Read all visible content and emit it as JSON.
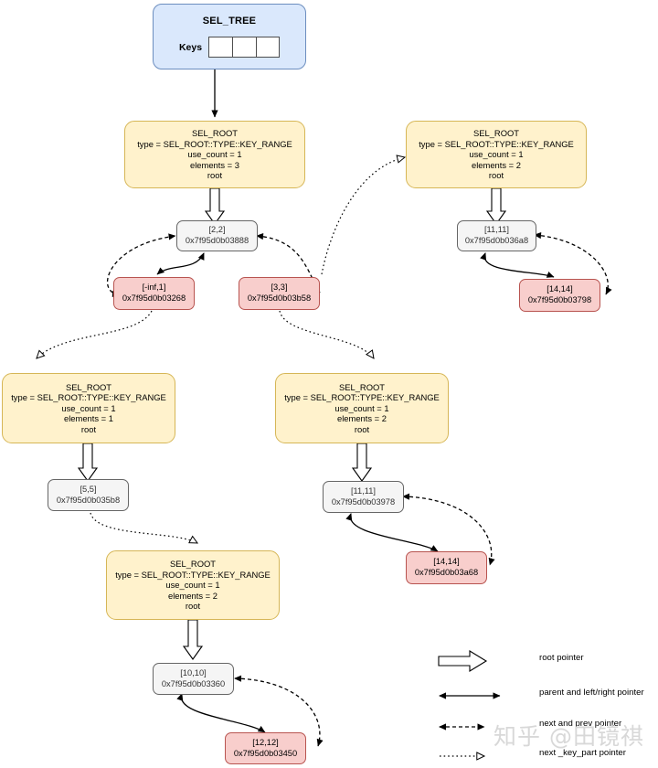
{
  "diagram": {
    "title": "SEL_TREE structure diagram",
    "colors": {
      "tree_fill": "#dae8fc",
      "tree_stroke": "#6c8ebf",
      "root_fill": "#fff2cc",
      "root_stroke": "#d6b656",
      "gray_fill": "#f5f5f5",
      "gray_stroke": "#666666",
      "pink_fill": "#f8cecc",
      "pink_stroke": "#b85450",
      "line": "#000000"
    }
  },
  "sel_tree": {
    "title": "SEL_TREE",
    "keys_label": "Keys",
    "key_cells": 3
  },
  "sel_roots": [
    {
      "id": "root-top-left",
      "title": "SEL_ROOT",
      "type_line": "type = SEL_ROOT::TYPE::KEY_RANGE",
      "use_count": "use_count = 1",
      "elements": "elements = 3",
      "root_label": "root"
    },
    {
      "id": "root-top-right",
      "title": "SEL_ROOT",
      "type_line": "type = SEL_ROOT::TYPE::KEY_RANGE",
      "use_count": "use_count = 1",
      "elements": "elements = 2",
      "root_label": "root"
    },
    {
      "id": "root-mid-left",
      "title": "SEL_ROOT",
      "type_line": "type = SEL_ROOT::TYPE::KEY_RANGE",
      "use_count": "use_count = 1",
      "elements": "elements = 1",
      "root_label": "root"
    },
    {
      "id": "root-mid-right",
      "title": "SEL_ROOT",
      "type_line": "type = SEL_ROOT::TYPE::KEY_RANGE",
      "use_count": "use_count = 1",
      "elements": "elements = 2",
      "root_label": "root"
    },
    {
      "id": "root-bottom",
      "title": "SEL_ROOT",
      "type_line": "type = SEL_ROOT::TYPE::KEY_RANGE",
      "use_count": "use_count = 1",
      "elements": "elements = 2",
      "root_label": "root"
    }
  ],
  "sel_args": [
    {
      "id": "arg-2-2",
      "range": "[2,2]",
      "address": "0x7f95d0b03888",
      "color": "gray"
    },
    {
      "id": "arg-ninf-1",
      "range": "[-inf,1]",
      "address": "0x7f95d0b03268",
      "color": "pink"
    },
    {
      "id": "arg-3-3",
      "range": "[3,3]",
      "address": "0x7f95d0b03b58",
      "color": "pink"
    },
    {
      "id": "arg-11-11-a",
      "range": "[11,11]",
      "address": "0x7f95d0b036a8",
      "color": "gray"
    },
    {
      "id": "arg-14-14-a",
      "range": "[14,14]",
      "address": "0x7f95d0b03798",
      "color": "pink"
    },
    {
      "id": "arg-5-5",
      "range": "[5,5]",
      "address": "0x7f95d0b035b8",
      "color": "gray"
    },
    {
      "id": "arg-11-11-b",
      "range": "[11,11]",
      "address": "0x7f95d0b03978",
      "color": "gray"
    },
    {
      "id": "arg-14-14-b",
      "range": "[14,14]",
      "address": "0x7f95d0b03a68",
      "color": "pink"
    },
    {
      "id": "arg-10-10",
      "range": "[10,10]",
      "address": "0x7f95d0b03360",
      "color": "gray"
    },
    {
      "id": "arg-12-12",
      "range": "[12,12]",
      "address": "0x7f95d0b03450",
      "color": "pink"
    }
  ],
  "legend": {
    "items": [
      {
        "id": "legend-root-pointer",
        "label": "root pointer"
      },
      {
        "id": "legend-parent-pointer",
        "label": "parent and left/right pointer"
      },
      {
        "id": "legend-next-prev-pointer",
        "label": "next and prev pointer"
      },
      {
        "id": "legend-next-key-part",
        "label": "next _key_part pointer"
      }
    ]
  },
  "watermark": {
    "text": "知乎 @田镜祺"
  }
}
